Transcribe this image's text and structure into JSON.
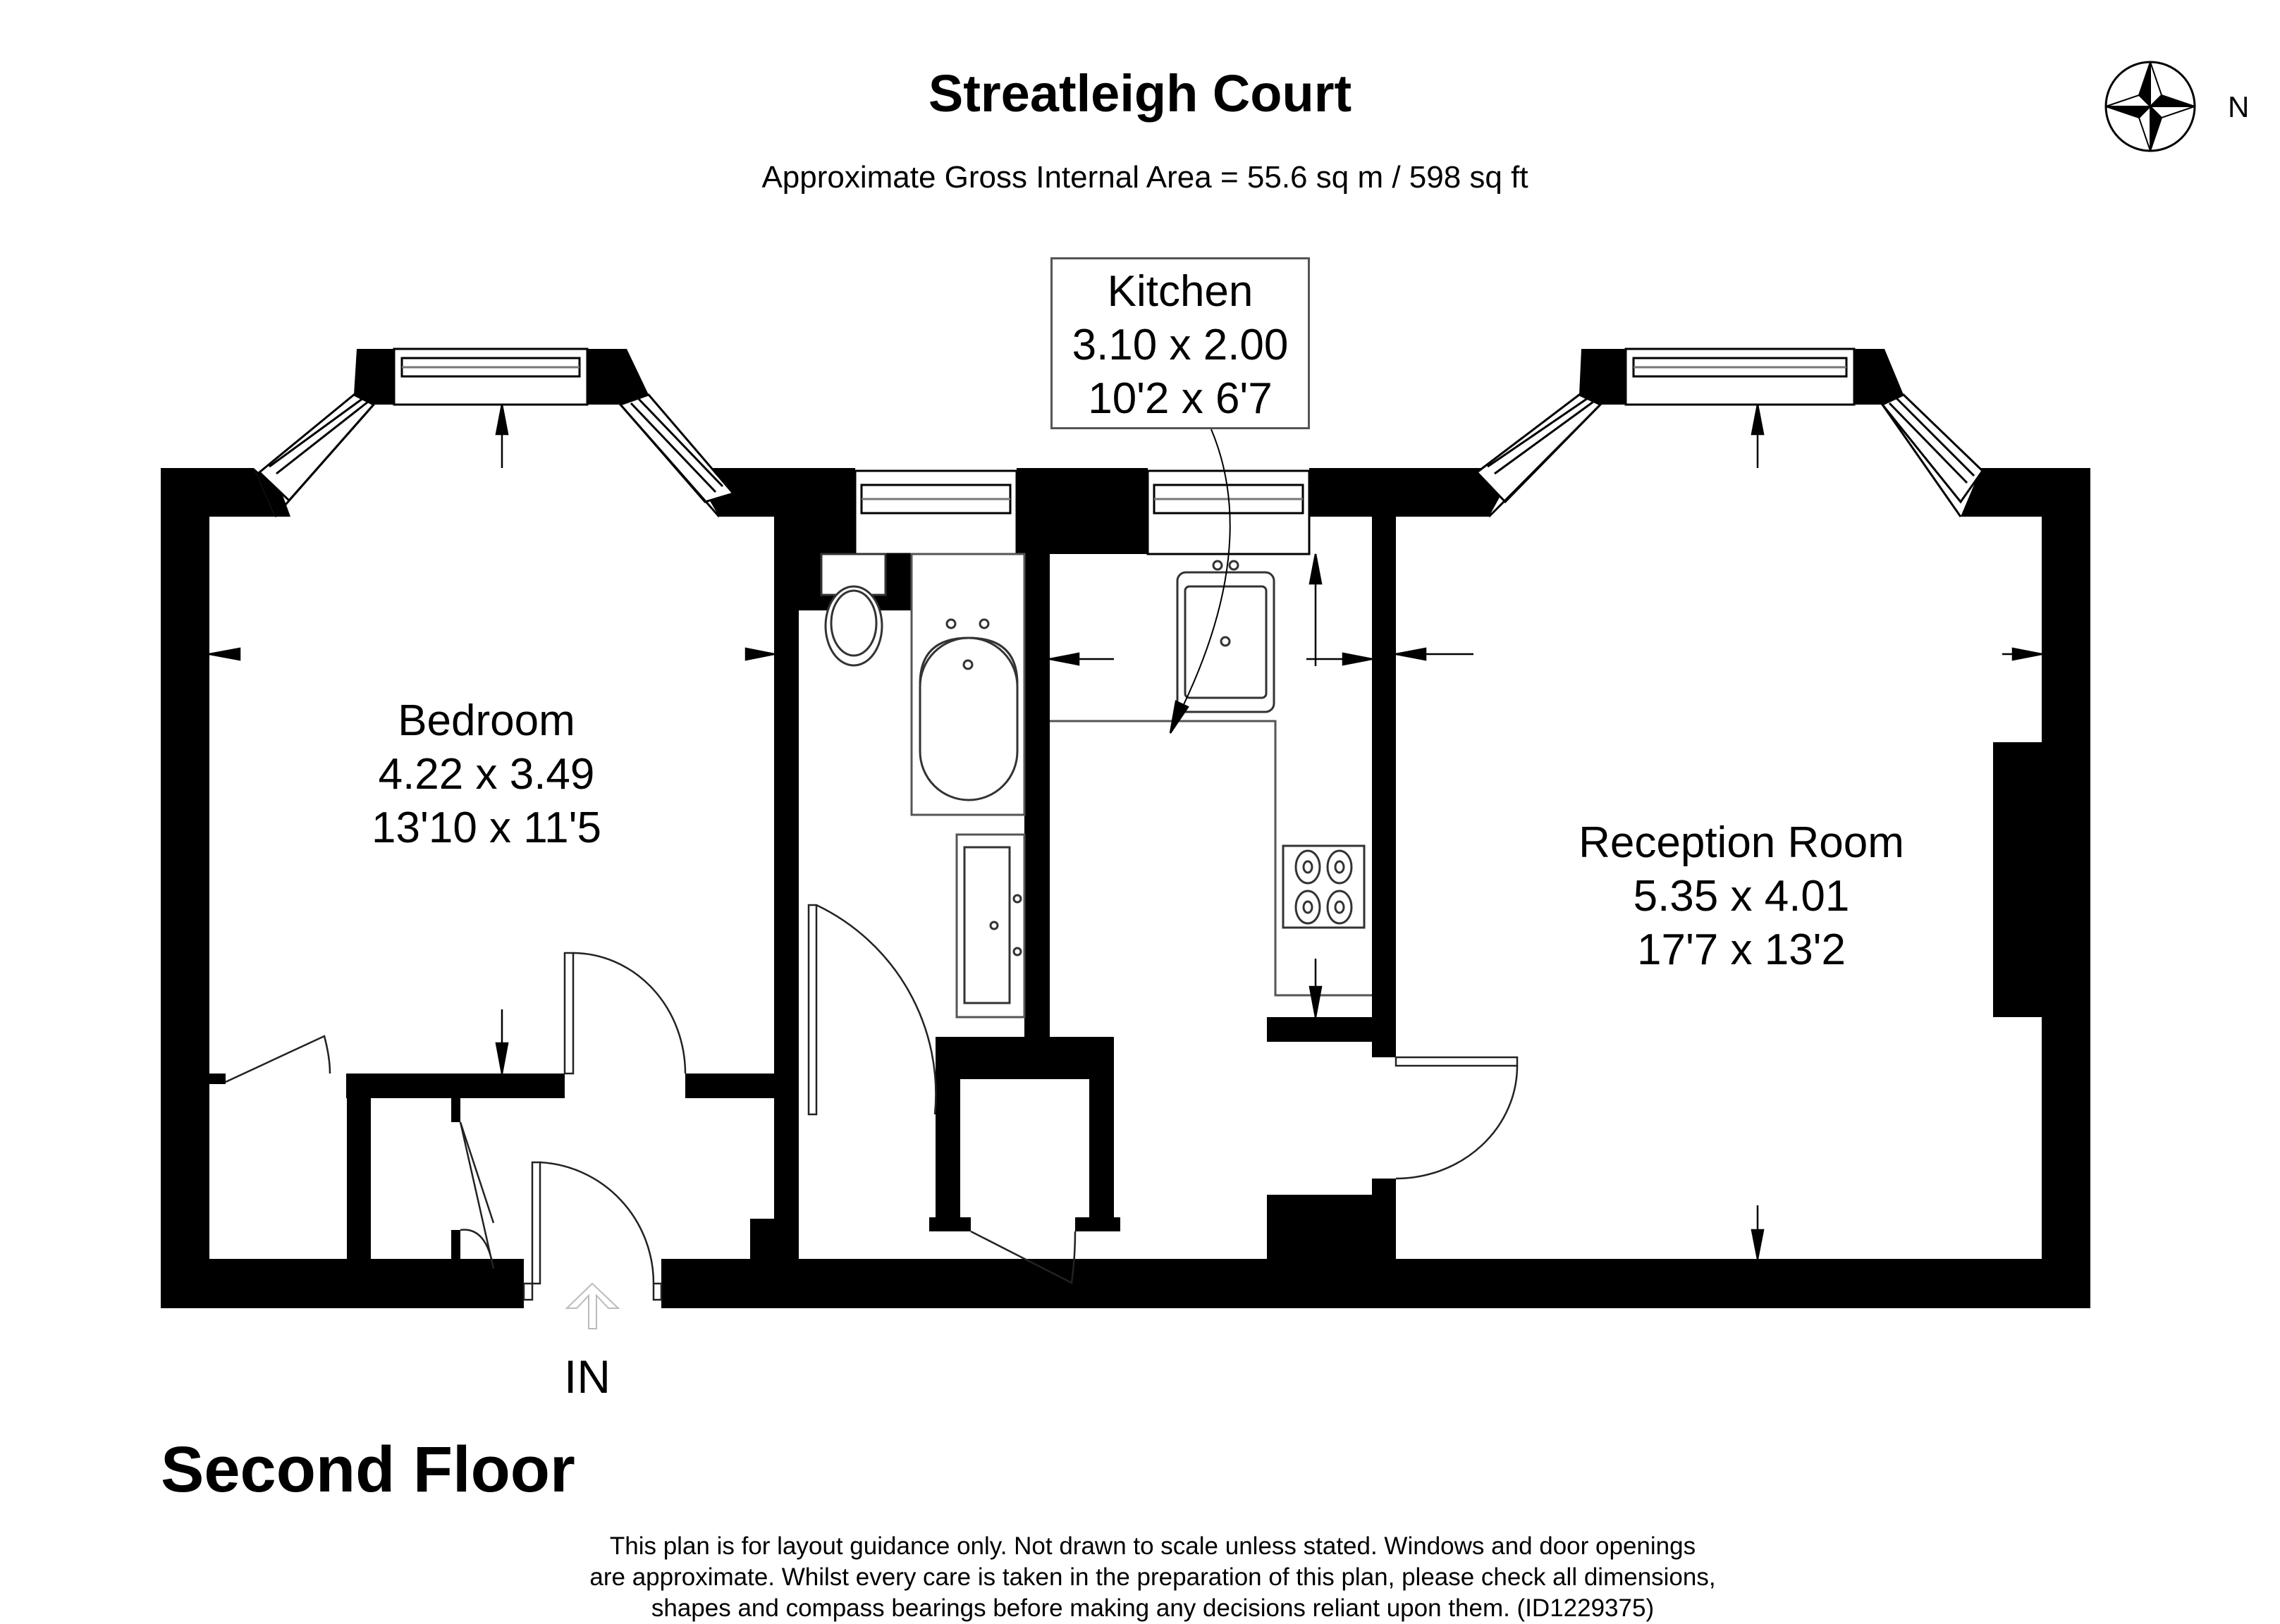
{
  "header": {
    "title": "Streatleigh Court",
    "subtitle": "Approximate Gross Internal Area = 55.6 sq m / 598 sq ft"
  },
  "compass": {
    "icon": "compass-rose-icon",
    "label": "N"
  },
  "rooms": {
    "bedroom": {
      "name": "Bedroom",
      "metric": "4.22 x 3.49",
      "imperial": "13'10 x 11'5"
    },
    "kitchen": {
      "name": "Kitchen",
      "metric": "3.10 x 2.00",
      "imperial": "10'2 x 6'7"
    },
    "reception": {
      "name": "Reception Room",
      "metric": "5.35 x 4.01",
      "imperial": "17'7 x 13'2"
    }
  },
  "entrance": {
    "label": "IN",
    "icon": "entrance-arrow-icon"
  },
  "floor": {
    "label": "Second Floor"
  },
  "disclaimer": {
    "line1": "This plan is for layout guidance only. Not drawn to scale unless stated. Windows and door openings",
    "line2": "are approximate. Whilst every care is taken in the preparation of this plan, please check all dimensions,",
    "line3": "shapes and compass bearings before making any decisions reliant upon them. (ID1229375)"
  },
  "colors": {
    "wall": "#000000",
    "background": "#ffffff",
    "fixture_line": "#444444",
    "entrance_arrow": "#bbbbbb"
  }
}
